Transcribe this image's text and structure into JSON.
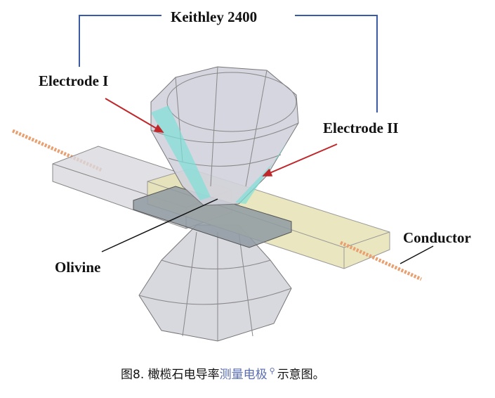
{
  "labels": {
    "instrument": "Keithley 2400",
    "electrode1": "Electrode I",
    "electrode2": "Electrode II",
    "olivine": "Olivine",
    "conductor": "Conductor"
  },
  "caption": {
    "prefix": "图8. 橄榄石电导率",
    "link": "测量电极",
    "search_icon": "search-icon",
    "suffix": "示意图。"
  },
  "colors": {
    "wire": "#3a5aa8",
    "arrow": "#c0262a",
    "electrode": "#7fe0d8",
    "conductor": "#e8a070"
  }
}
